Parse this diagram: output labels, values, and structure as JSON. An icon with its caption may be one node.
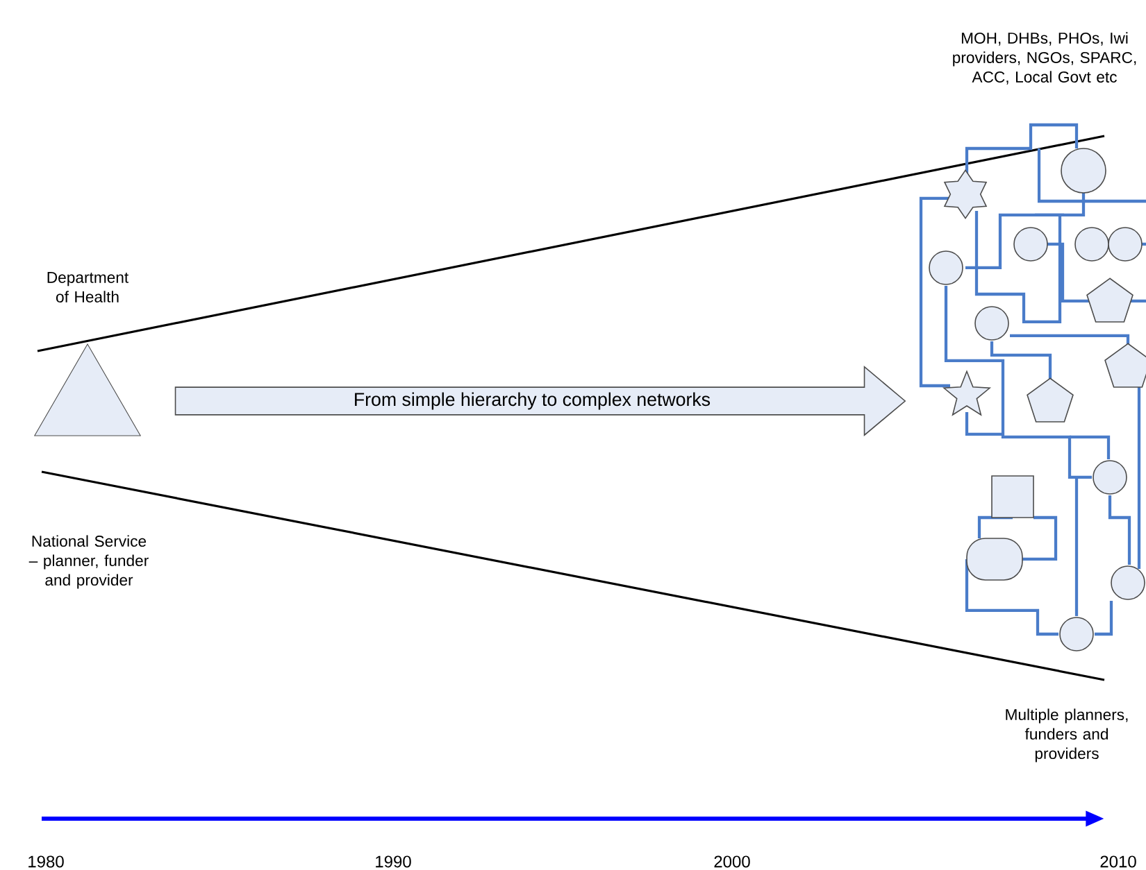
{
  "diagram": {
    "nodes": [
      {
        "text": [],
        "shape": "triangle"
      },
      {
        "text": [
          "From simple hierarchy to complex networks"
        ]
      }
    ],
    "labels": [
      "Department of Health",
      "National Service – planner, funder and provider",
      "MOH, DHBs, PHOs, Iwi providers, NGOs, SPARC, ACC, Local Govt etc",
      "Multiple planners, funders and providers",
      "1980",
      "1990",
      "2000",
      "2010"
    ]
  }
}
